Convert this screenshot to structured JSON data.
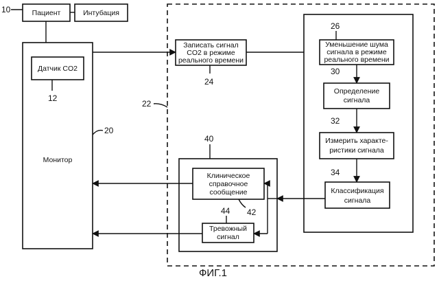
{
  "blocks": {
    "patient": "Пациент",
    "intubation": "Интубация",
    "monitor": "Монитор",
    "co2_sensor": "Датчик CO2",
    "record": [
      "Записать сигнал",
      "CO2 в режиме",
      "реального времени"
    ],
    "noise": [
      "Уменьшение шума",
      "сигнала в режиме",
      "реального времени"
    ],
    "detect": [
      "Определение",
      "сигнала"
    ],
    "measure": [
      "Измерить характе-",
      "ристики сигнала"
    ],
    "classify": [
      "Классификация",
      "сигнала"
    ],
    "clinical": [
      "Клиническое",
      "справочное",
      "сообщение"
    ],
    "alarm": [
      "Тревожный",
      "сигнал"
    ]
  },
  "refs": {
    "r10": "10",
    "r12": "12",
    "r20": "20",
    "r22": "22",
    "r24": "24",
    "r26": "26",
    "r30": "30",
    "r32": "32",
    "r34": "34",
    "r40": "40",
    "r42": "42",
    "r44": "44"
  },
  "caption": "ФИГ.1"
}
